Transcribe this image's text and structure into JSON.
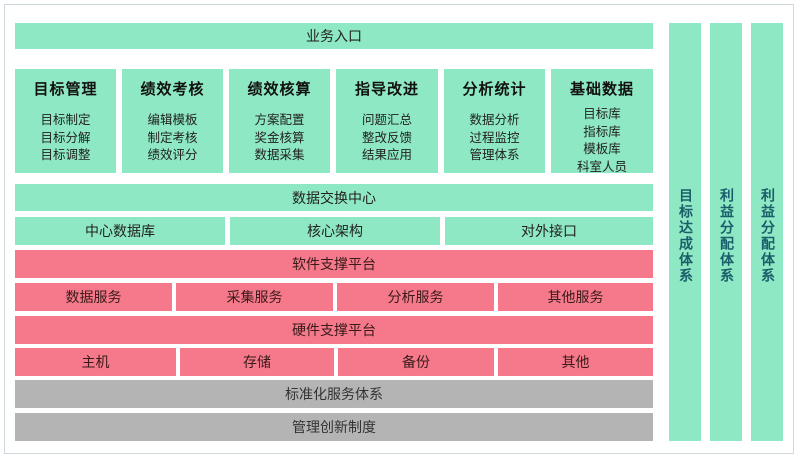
{
  "entry": "业务入口",
  "modules": [
    {
      "title": "目标管理",
      "items": [
        "目标制定",
        "目标分解",
        "目标调整"
      ]
    },
    {
      "title": "绩效考核",
      "items": [
        "编辑模板",
        "制定考核",
        "绩效评分"
      ]
    },
    {
      "title": "绩效核算",
      "items": [
        "方案配置",
        "奖金核算",
        "数据采集"
      ]
    },
    {
      "title": "指导改进",
      "items": [
        "问题汇总",
        "整改反馈",
        "结果应用"
      ]
    },
    {
      "title": "分析统计",
      "items": [
        "数据分析",
        "过程监控",
        "管理体系"
      ]
    },
    {
      "title": "基础数据",
      "items": [
        "目标库",
        "指标库",
        "模板库",
        "科室人员"
      ]
    }
  ],
  "exchange": "数据交换中心",
  "core_row": [
    "中心数据库",
    "核心架构",
    "对外接口"
  ],
  "software": {
    "title": "软件支撑平台",
    "items": [
      "数据服务",
      "采集服务",
      "分析服务",
      "其他服务"
    ]
  },
  "hardware": {
    "title": "硬件支撑平台",
    "items": [
      "主机",
      "存储",
      "备份",
      "其他"
    ]
  },
  "standard": "标准化服务体系",
  "management": "管理创新制度",
  "side_columns": [
    "目标达成体系",
    "利益分配体系",
    "利益分配体系"
  ],
  "colors": {
    "green": "#8ee8c3",
    "pink": "#f5798a",
    "gray": "#b4b4b4"
  }
}
